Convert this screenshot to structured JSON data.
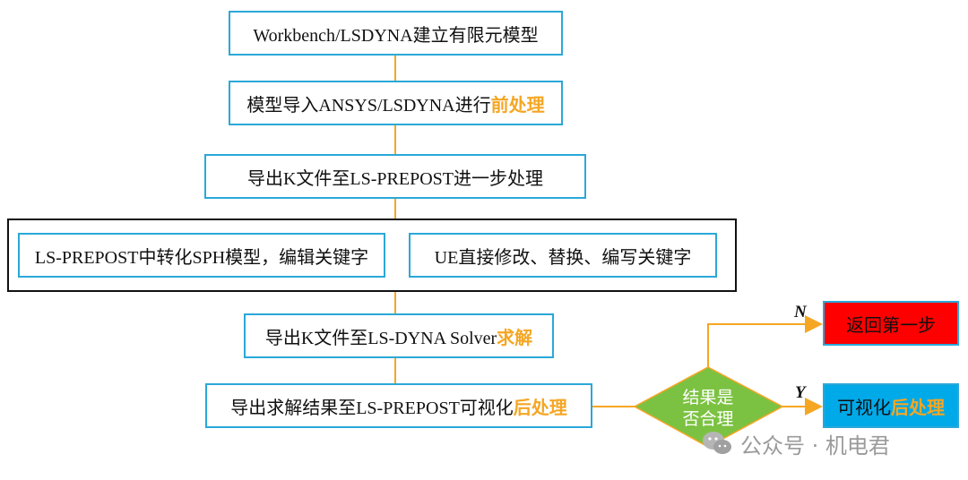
{
  "steps": {
    "s1": {
      "text": "Workbench/LSDYNA建立有限元模型"
    },
    "s2": {
      "text": "模型导入ANSYS/LSDYNA进行",
      "highlight": "前处理"
    },
    "s3": {
      "text": "导出K文件至LS-PREPOST进一步处理"
    },
    "s4a": {
      "text": "LS-PREPOST中转化SPH模型，编辑关键字"
    },
    "s4b": {
      "text": "UE直接修改、替换、编写关键字"
    },
    "s5": {
      "text": "导出K文件至LS-DYNA Solver",
      "highlight": "求解"
    },
    "s6": {
      "text": "导出求解结果至LS-PREPOST可视化",
      "highlight": "后处理"
    }
  },
  "decision": {
    "line1": "结果是",
    "line2": "否合理"
  },
  "branch_no": {
    "label": "N",
    "text": "返回第一步"
  },
  "branch_yes": {
    "label": "Y",
    "text": "可视化",
    "highlight": "后处理"
  },
  "watermark": {
    "text": "公众号 · 机电君"
  },
  "colors": {
    "box_border": "#2aa8d8",
    "connector": "#f5a623",
    "highlight": "#f5a623",
    "decision_fill": "#7cc242",
    "no_fill": "#ff0000",
    "yes_fill": "#00a9e8"
  }
}
